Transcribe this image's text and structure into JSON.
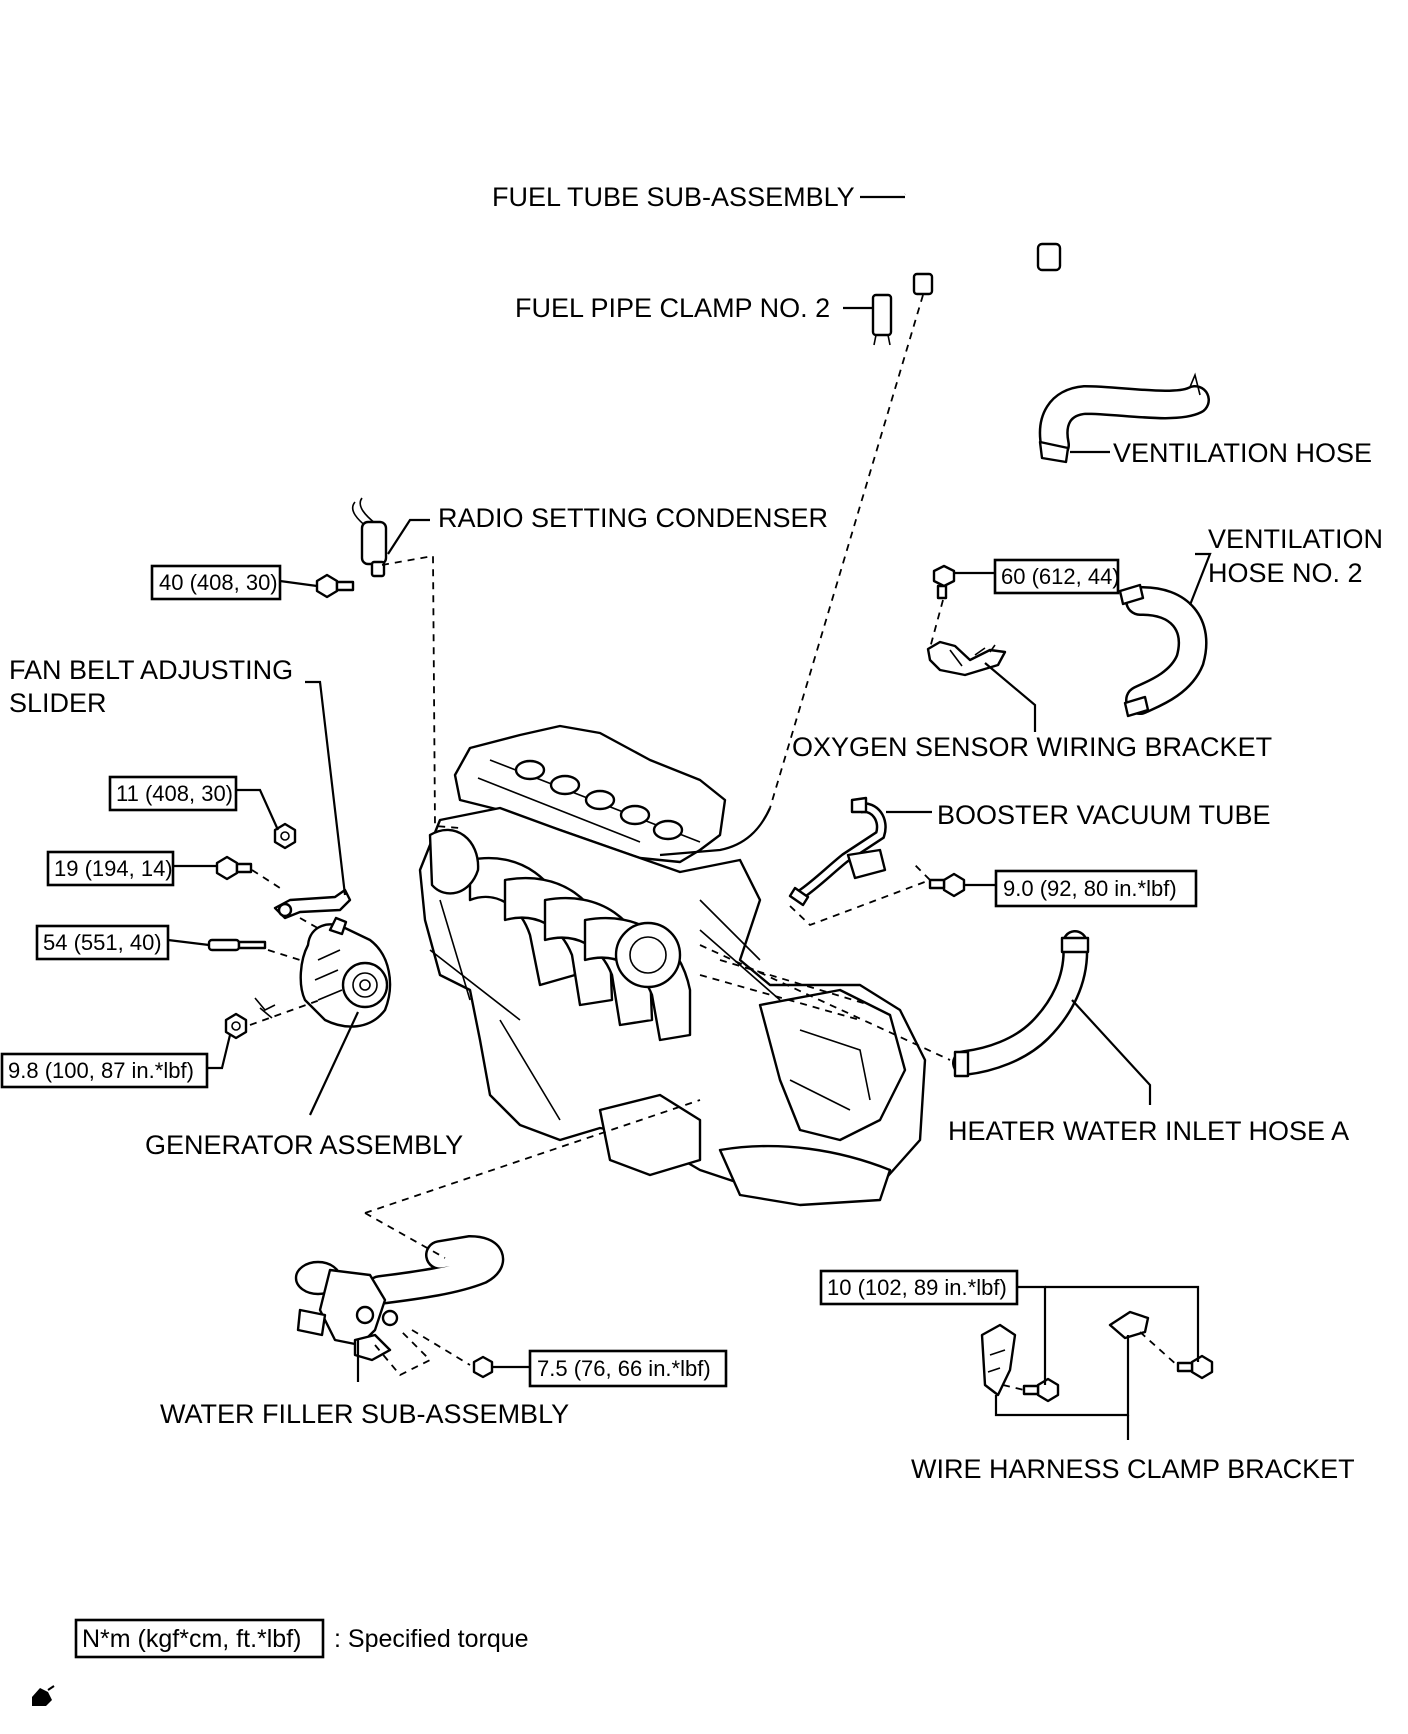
{
  "labels": {
    "fuel_tube": "FUEL TUBE SUB-ASSEMBLY",
    "fuel_pipe_clamp": "FUEL PIPE CLAMP NO. 2",
    "ventilation_hose": "VENTILATION HOSE",
    "radio_setting_condenser": "RADIO SETTING CONDENSER",
    "ventilation_hose_no2_line1": "VENTILATION",
    "ventilation_hose_no2_line2": "HOSE NO. 2",
    "fan_belt_line1": "FAN BELT ADJUSTING",
    "fan_belt_line2": "SLIDER",
    "oxygen_sensor_bracket": "OXYGEN SENSOR WIRING BRACKET",
    "booster_vacuum_tube": "BOOSTER VACUUM TUBE",
    "generator_assembly": "GENERATOR ASSEMBLY",
    "heater_water_inlet_hose": "HEATER WATER INLET HOSE A",
    "water_filler": "WATER FILLER SUB-ASSEMBLY",
    "wire_harness_clamp_bracket": "WIRE HARNESS CLAMP BRACKET"
  },
  "torques": {
    "radio_condenser_bolt": "40 (408, 30)",
    "oxygen_bracket_bolt": "60 (612, 44)",
    "fan_belt_nut": "11 (408, 30)",
    "fan_belt_bolt": "19 (194, 14)",
    "generator_bolt": "54 (551, 40)",
    "generator_nut": "9.8 (100, 87 in.*lbf)",
    "booster_tube_bolt": "9.0 (92, 80 in.*lbf)",
    "wire_harness_bolts": "10 (102, 89 in.*lbf)",
    "water_filler_nut": "7.5 (76, 66 in.*lbf)"
  },
  "legend": {
    "unit_box": "N*m (kgf*cm, ft.*lbf)",
    "description": ": Specified torque"
  }
}
